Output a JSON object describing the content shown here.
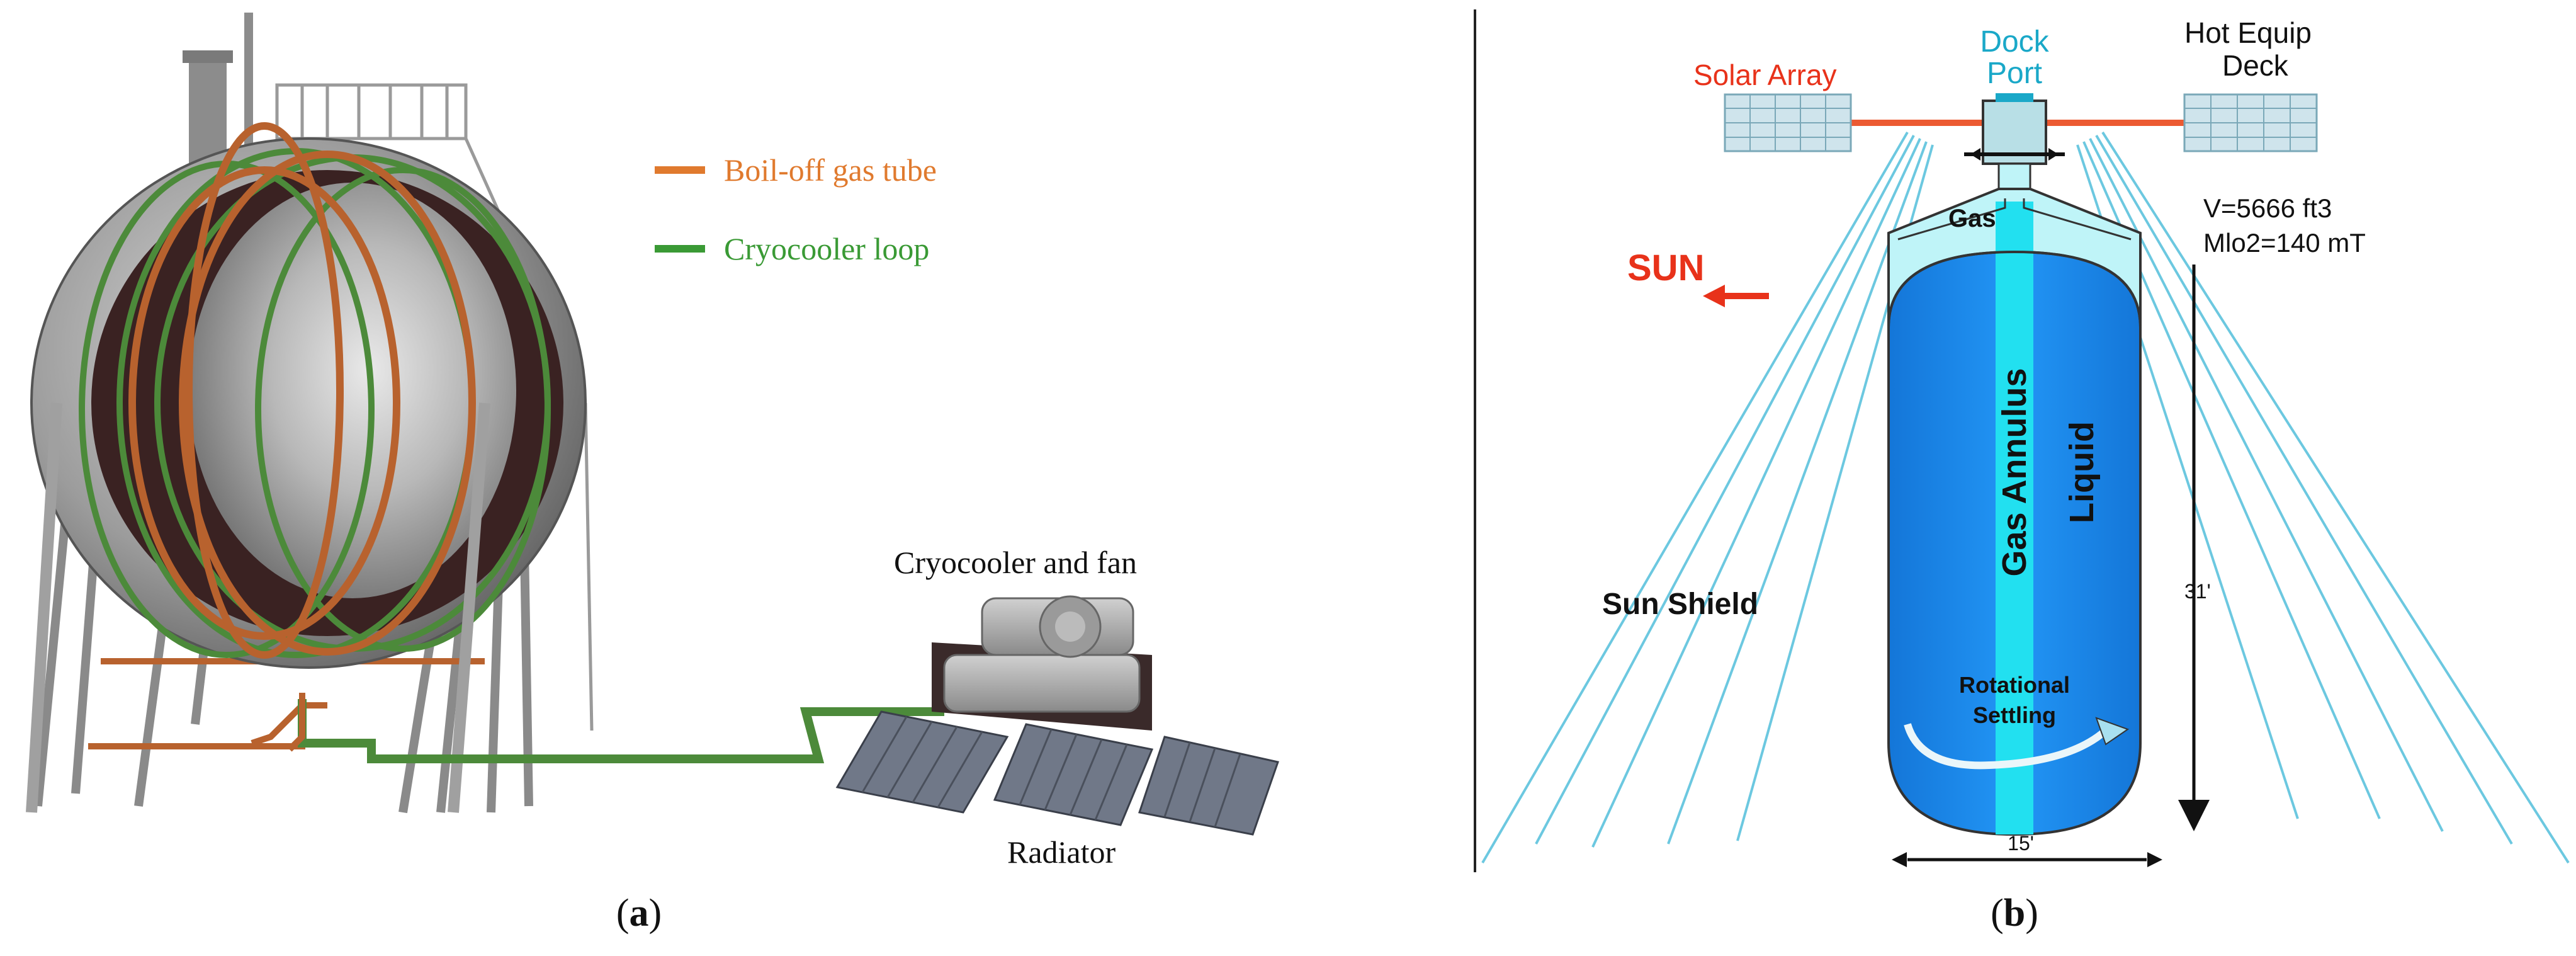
{
  "panel_a": {
    "caption_open": "(",
    "caption_letter": "a",
    "caption_close": ")",
    "legend": [
      {
        "label": "Boil-off gas tube",
        "color": "#e07a2e"
      },
      {
        "label": "Cryocooler loop",
        "color": "#3a9a35"
      }
    ],
    "labels": {
      "cryocooler": "Cryocooler and fan",
      "radiator": "Radiator"
    },
    "colors": {
      "tank_shell": "#9a9a9a",
      "tank_inner": "#3a2222",
      "tube": "#b8622e",
      "loop": "#4c8a3a",
      "radiator": "#707888"
    }
  },
  "panel_b": {
    "caption_open": "(",
    "caption_letter": "b",
    "caption_close": ")",
    "labels": {
      "solar_array": "Solar Array",
      "dock_port_line1": "Dock",
      "dock_port_line2": "Port",
      "hot_equip_line1": "Hot Equip",
      "hot_equip_line2": "Deck",
      "volume": "V=5666 ft3",
      "mass": "Mlo2=140 mT",
      "sun": "SUN",
      "gas": "Gas",
      "gas_annulus": "Gas Annulus",
      "liquid": "Liquid",
      "sun_shield": "Sun Shield",
      "rotational_line1": "Rotational",
      "rotational_line2": "Settling",
      "height": "31'",
      "width": "15'"
    },
    "colors": {
      "tank_body": "#1a8cf0",
      "annulus": "#22e0f0",
      "gas_cap": "#bff4f8",
      "sun": "#e8321a",
      "solar_array_line": "#ec5a32",
      "dock_text": "#1aa8c8",
      "shield_lines": "#6cc8e0",
      "panel_fill": "#cfe4ec"
    }
  }
}
